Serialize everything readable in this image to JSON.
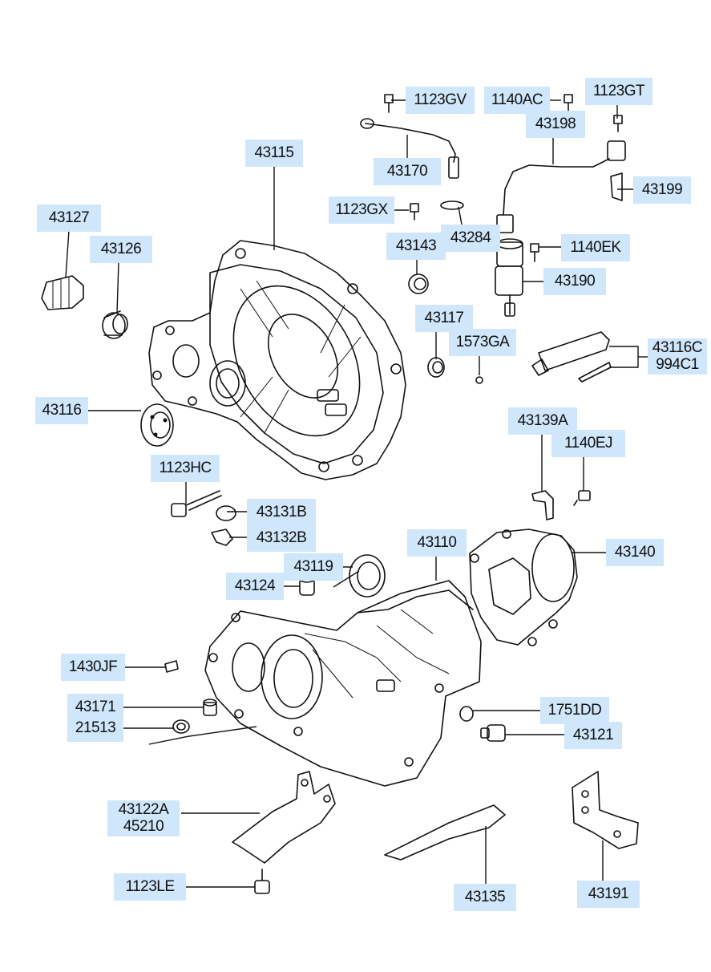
{
  "diagram_title": "",
  "labels": {
    "p43115": "43115",
    "p43127": "43127",
    "p43126": "43126",
    "p43116": "43116",
    "p1123HC": "1123HC",
    "p43131B": "43131B",
    "p43132B": "43132B",
    "p1123GV": "1123GV",
    "p43170": "43170",
    "p1123GX": "1123GX",
    "p43143": "43143",
    "p43284": "43284",
    "p43117": "43117",
    "p1573GA": "1573GA",
    "p1140AC": "1140AC",
    "p1123GT": "1123GT",
    "p43198": "43198",
    "p43199": "43199",
    "p1140EK": "1140EK",
    "p43190": "43190",
    "p43116C": "43116C",
    "p994C1": "994C1",
    "p43139A": "43139A",
    "p1140EJ": "1140EJ",
    "p43140": "43140",
    "p43110": "43110",
    "p43119": "43119",
    "p43124": "43124",
    "p1430JF": "1430JF",
    "p43171": "43171",
    "p21513": "21513",
    "p1751DD": "1751DD",
    "p43121": "43121",
    "p43122A": "43122A",
    "p45210": "45210",
    "p1123LE": "1123LE",
    "p43135": "43135",
    "p43191": "43191"
  }
}
